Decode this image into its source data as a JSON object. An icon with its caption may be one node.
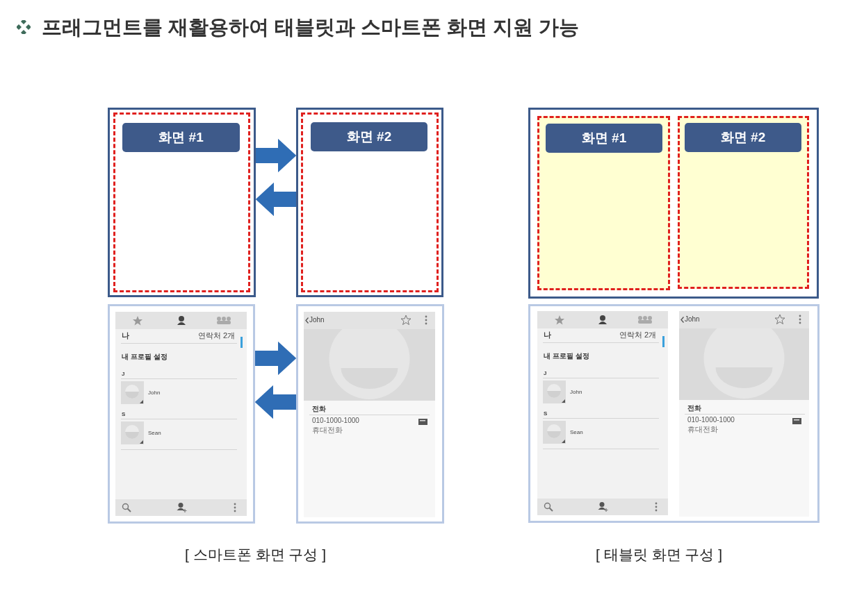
{
  "diagram": {
    "title": "프래그먼트를 재활용하여 태블릿과 스마트폰 화면 지원 가능",
    "nodes": [
      {
        "text": [],
        "shape": "box"
      },
      {
        "text": [],
        "shape": "box",
        "in": 0
      },
      {
        "text": [
          "화면 #1"
        ],
        "in": 1
      },
      {
        "text": [],
        "shape": "box"
      },
      {
        "text": [],
        "shape": "box",
        "in": 3
      },
      {
        "text": [
          "화면 #2"
        ],
        "in": 4
      },
      {
        "text": [],
        "shape": "box"
      },
      {
        "text": [],
        "shape": "box",
        "in": 6
      },
      {
        "text": [
          "화면 #1"
        ],
        "in": 7
      },
      {
        "text": [],
        "shape": "box",
        "in": 6
      },
      {
        "text": [
          "화면 #2"
        ],
        "in": 9
      },
      {
        "text": [],
        "shape": "box"
      },
      {
        "text": [],
        "shape": "box"
      },
      {
        "text": [],
        "shape": "box"
      }
    ],
    "edges": [
      {
        "from": 0,
        "to": 3,
        "arrow": "to"
      },
      {
        "from": 3,
        "to": 0,
        "arrow": "to"
      },
      {
        "from": 11,
        "to": 12,
        "arrow": "to"
      },
      {
        "from": 12,
        "to": 11,
        "arrow": "to"
      }
    ],
    "labels": [
      "나",
      "연락처 2개",
      "내 프로필 설정",
      "J",
      "John",
      "S",
      "Sean",
      "John",
      "전화",
      "010-1000-1000",
      "휴대전화",
      "나",
      "연락처 2개",
      "내 프로필 설정",
      "J",
      "John",
      "S",
      "Sean",
      "John",
      "전화",
      "010-1000-1000",
      "휴대전화",
      "[ 스마트폰 화면 구성 ]",
      "[ 태블릿 화면 구성 ]"
    ]
  }
}
